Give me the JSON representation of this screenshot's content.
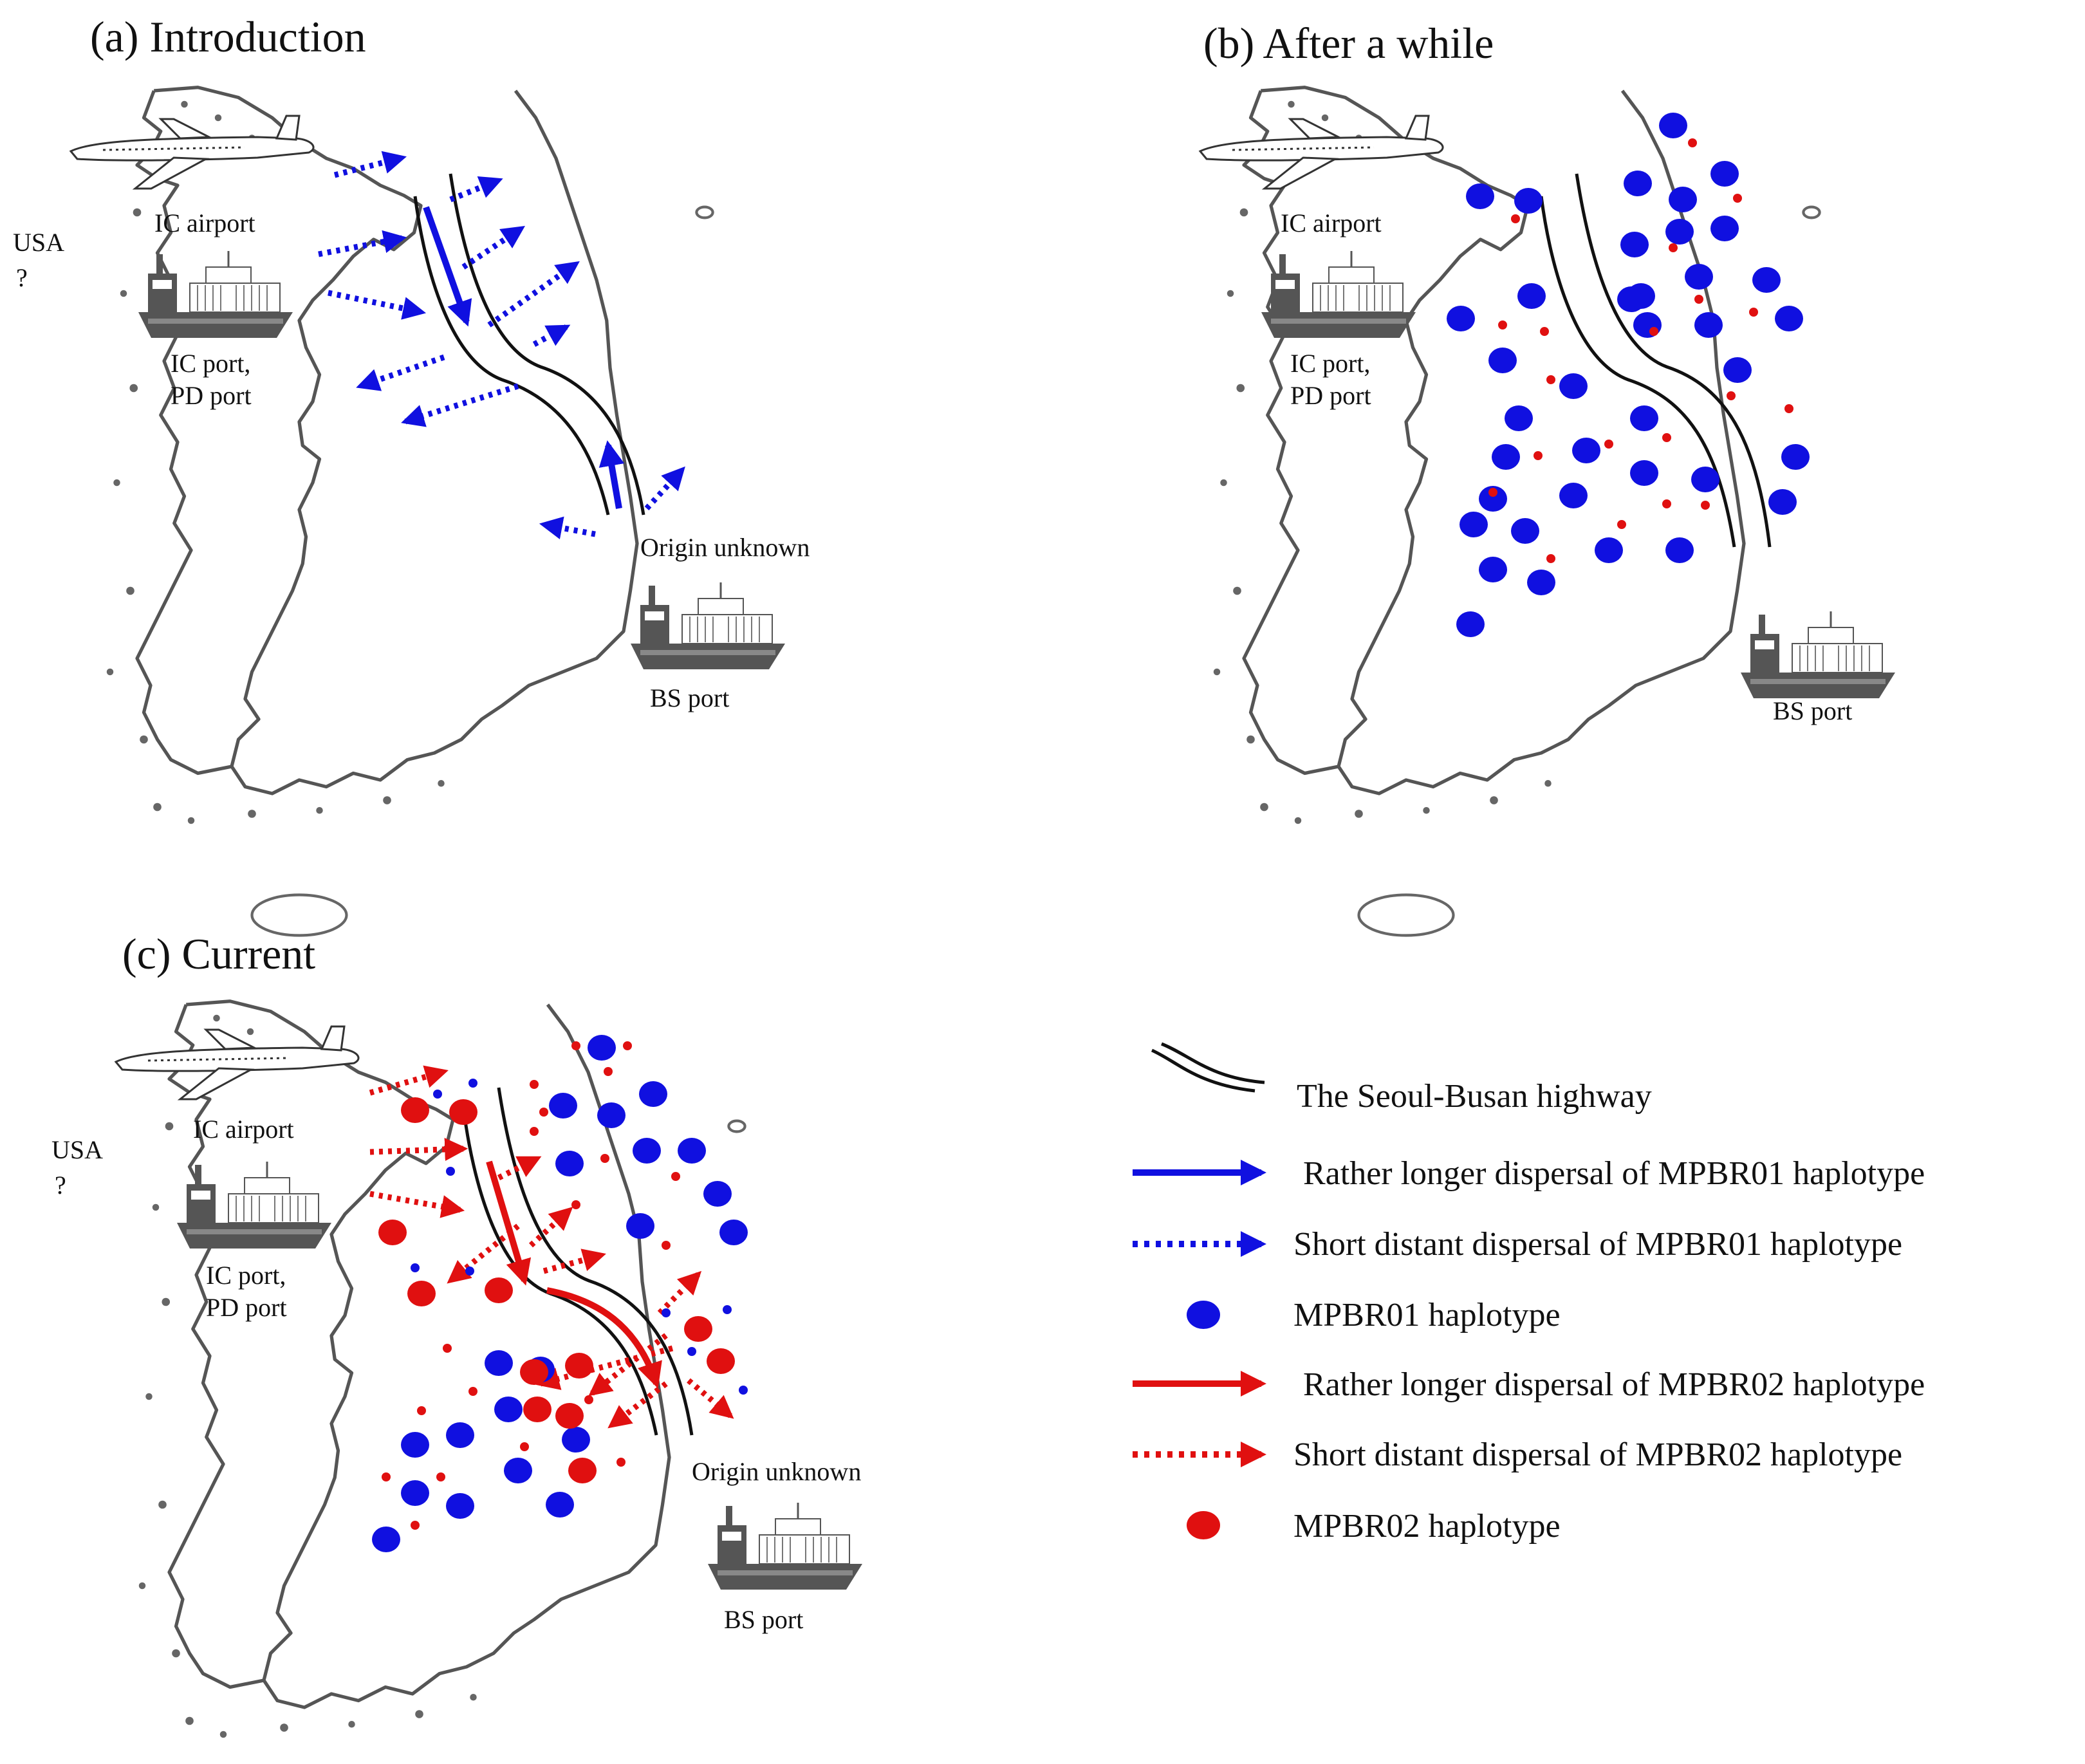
{
  "panels": [
    {
      "title": "(a) Introduction",
      "origin_label": "USA",
      "origin_query": "?",
      "airport": "IC airport",
      "port_1": "IC port,",
      "port_2": "PD port",
      "unknown": "Origin unknown",
      "bs_port": "BS port"
    },
    {
      "title": "(b) After a while",
      "airport": "IC airport",
      "port_1": "IC port,",
      "port_2": "PD port",
      "bs_port": "BS port"
    },
    {
      "title": "(c) Current",
      "origin_label": "USA",
      "origin_query": "?",
      "airport": "IC airport",
      "port_1": "IC port,",
      "port_2": "PD port",
      "unknown": "Origin unknown",
      "bs_port": "BS port"
    }
  ],
  "legend": [
    {
      "kind": "highway",
      "label": "The Seoul-Busan highway"
    },
    {
      "kind": "solid-arrow",
      "color": "#1010e0",
      "label": "Rather longer dispersal of MPBR01 haplotype"
    },
    {
      "kind": "dotted-arrow",
      "color": "#1010e0",
      "label": "Short distant dispersal of MPBR01 haplotype"
    },
    {
      "kind": "dot",
      "color": "#1010e0",
      "label": "MPBR01 haplotype"
    },
    {
      "kind": "solid-arrow",
      "color": "#e01010",
      "label": "Rather longer dispersal of MPBR02 haplotype"
    },
    {
      "kind": "dotted-arrow",
      "color": "#e01010",
      "label": "Short distant dispersal of MPBR02 haplotype"
    },
    {
      "kind": "dot",
      "color": "#e01010",
      "label": "MPBR02 haplotype"
    }
  ],
  "colors": {
    "mpbr01": "#1010e0",
    "mpbr02": "#e01010",
    "coast": "#555555"
  },
  "icons": [
    "airplane-icon",
    "cargo-ship-icon"
  ]
}
